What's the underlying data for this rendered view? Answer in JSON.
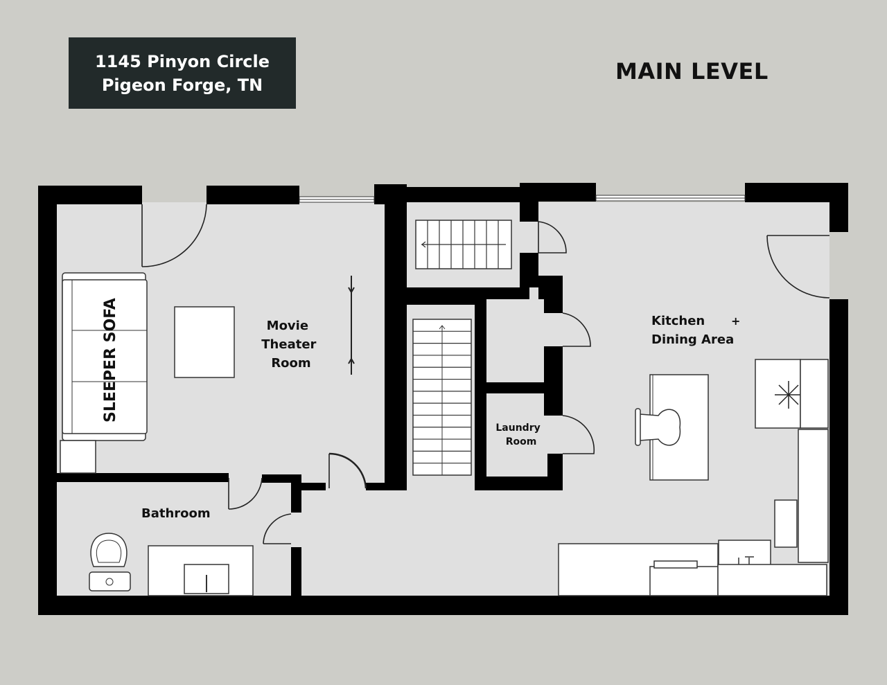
{
  "header": {
    "address_line1": "1145 Pinyon Circle",
    "address_line2": "Pigeon Forge, TN",
    "level": "MAIN LEVEL"
  },
  "rooms": {
    "theater": [
      "Movie",
      "Theater",
      "Room"
    ],
    "sofa": "SLEEPER SOFA",
    "kitchen_line1": "Kitchen",
    "kitchen_plus": "+",
    "kitchen_line2": "Dining Area",
    "laundry": [
      "Laundry",
      "Room"
    ],
    "bathroom": "Bathroom"
  },
  "colors": {
    "background": "#cdcdc8",
    "floor": "#e0e0e0",
    "wall": "#000000",
    "title_box": "#222a2a"
  }
}
